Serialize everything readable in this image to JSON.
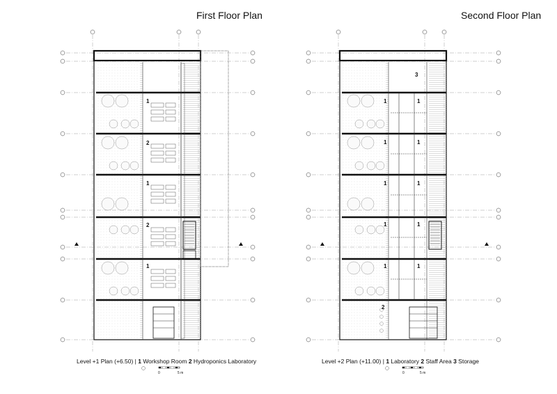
{
  "titles": {
    "first": "First Floor Plan",
    "second": "Second Floor Plan"
  },
  "captions": {
    "first": {
      "prefix": "Level +1 Plan (+6.50) | ",
      "n1": "1",
      "t1": " Workshop Room  ",
      "n2": "2",
      "t2": " Hydroponics Laboratory"
    },
    "second": {
      "prefix": "Level +2 Plan (+11.00) | ",
      "n1": "1",
      "t1": " Laboratory  ",
      "n2": "2",
      "t2": " Staff Area  ",
      "n3": "3",
      "t3": " Storage"
    }
  },
  "scale": {
    "zero": "0",
    "five": "5 m"
  },
  "room_labels": {
    "first": [
      "1",
      "2",
      "1",
      "2",
      "1"
    ],
    "second": [
      "3",
      "1",
      "1",
      "1",
      "1",
      "1",
      "1",
      "1",
      "1",
      "1",
      "1",
      "2"
    ]
  },
  "colors": {
    "wall": "#111111",
    "line": "#333333",
    "hatch": "#bdbdbd"
  }
}
